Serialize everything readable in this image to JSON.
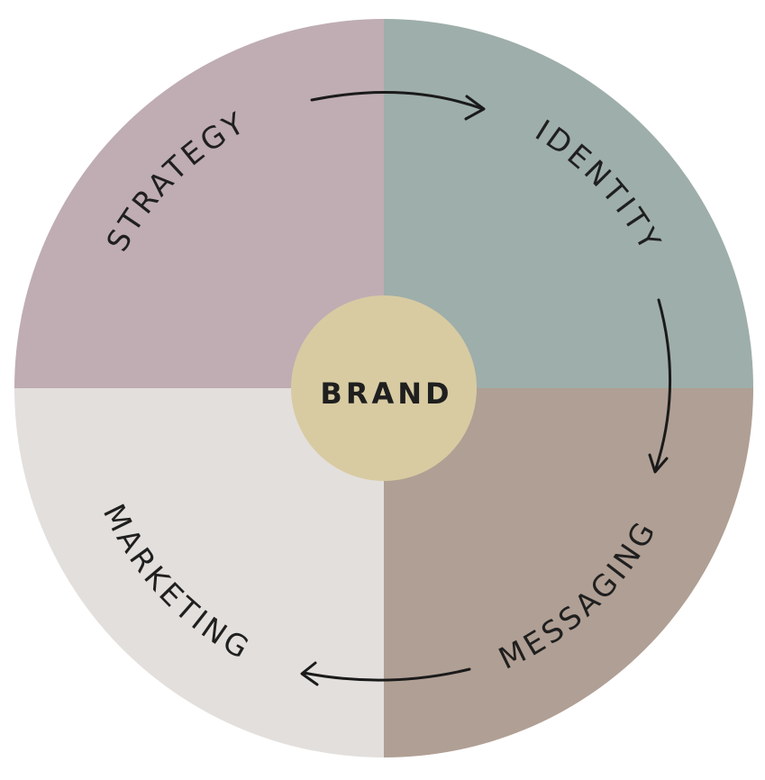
{
  "diagram": {
    "center": {
      "label": "BRAND",
      "color": "#d8cba2"
    },
    "segments": [
      {
        "label": "STRATEGY",
        "color": "#bfadb3"
      },
      {
        "label": "IDENTITY",
        "color": "#9eaeaa"
      },
      {
        "label": "MESSAGING",
        "color": "#b09f94"
      },
      {
        "label": "MARKETING",
        "color": "#e3dfdc"
      }
    ],
    "arrows": [
      "strategy-to-identity",
      "identity-to-messaging",
      "messaging-to-marketing"
    ]
  }
}
